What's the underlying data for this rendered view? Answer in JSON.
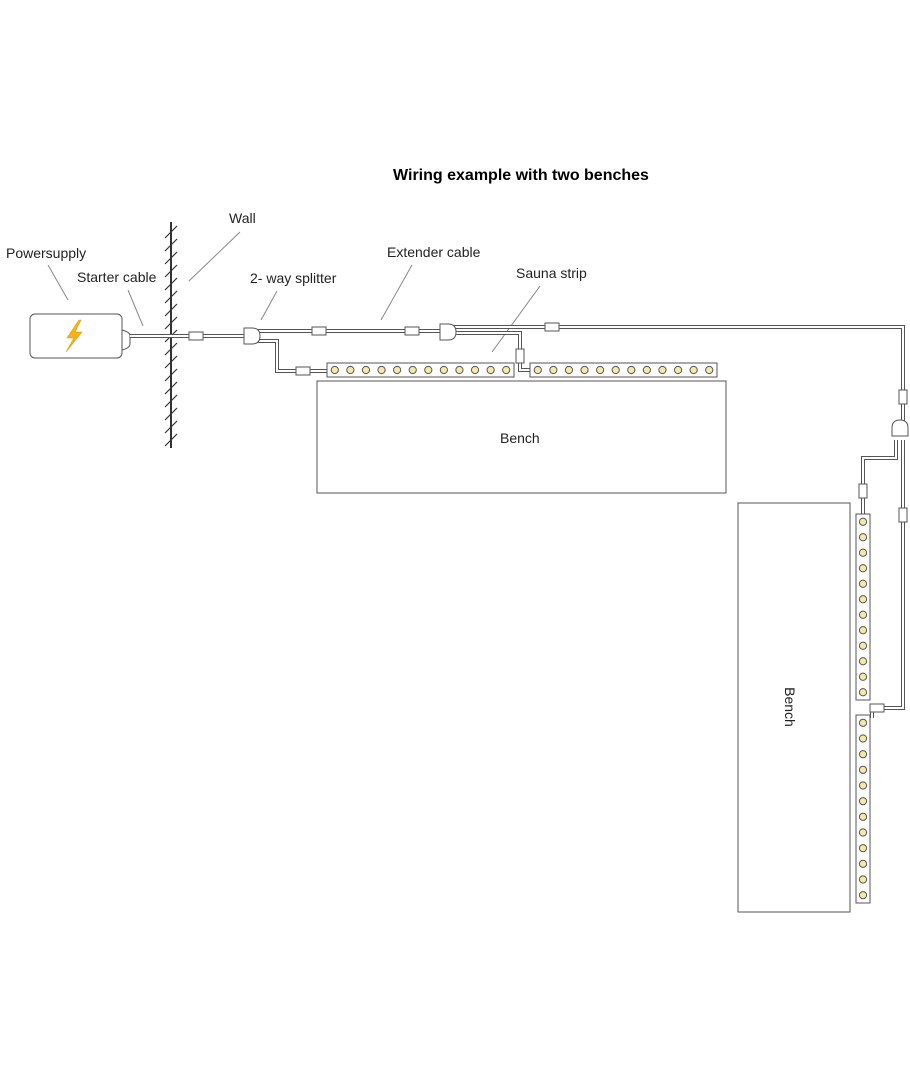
{
  "diagram": {
    "title": "Wiring example with two benches",
    "labels": {
      "powersupply": "Powersupply",
      "starter_cable": "Starter cable",
      "wall": "Wall",
      "splitter": "2- way splitter",
      "extender": "Extender cable",
      "sauna_strip": "Sauna strip"
    },
    "benches": [
      "Bench",
      "Bench"
    ]
  },
  "colors": {
    "line": "#555555",
    "led_fill": "#f5e9a8",
    "bolt": "#f6b21a"
  },
  "icons": [
    "lightning-bolt-icon"
  ]
}
